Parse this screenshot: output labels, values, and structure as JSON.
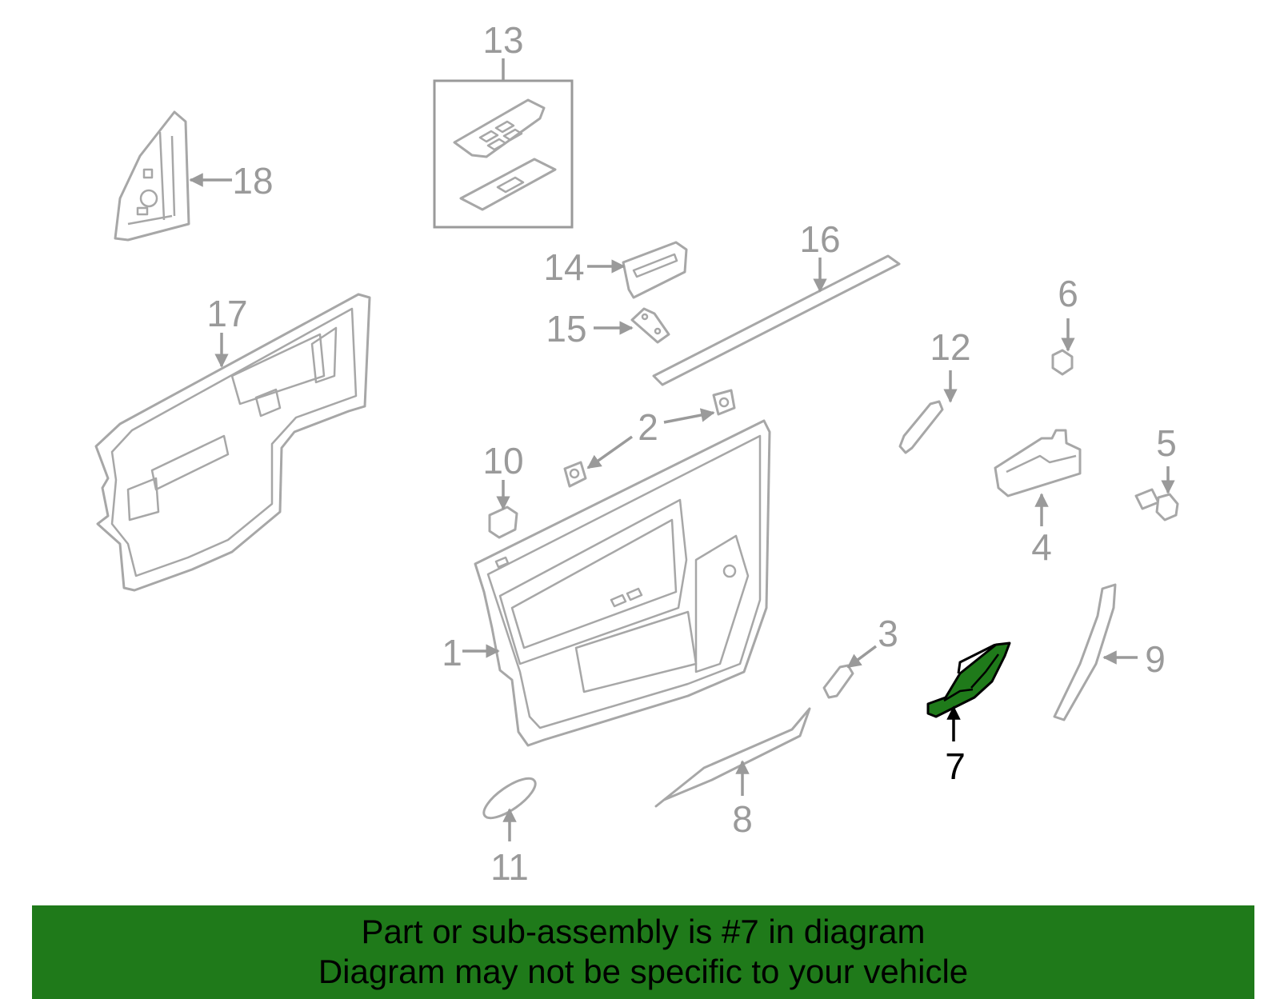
{
  "diagram": {
    "callouts": [
      "1",
      "2",
      "3",
      "4",
      "5",
      "6",
      "7",
      "8",
      "9",
      "10",
      "11",
      "12",
      "13",
      "14",
      "15",
      "16",
      "17",
      "18"
    ],
    "highlighted_part": "7",
    "highlight_color": "#1f7a1a",
    "part_color": "#a7a7a7"
  },
  "banner": {
    "line1": "Part or sub-assembly is #7 in diagram",
    "line2": "Diagram may not be specific to your vehicle",
    "background": "#1f7a1a"
  }
}
